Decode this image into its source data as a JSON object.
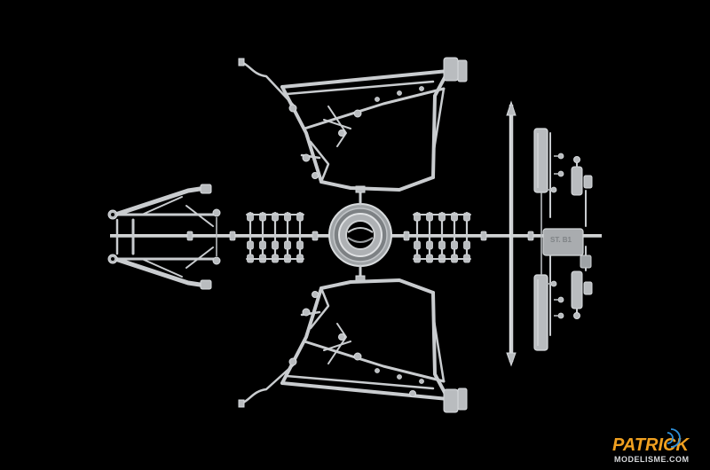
{
  "photo": {
    "subject": "kit-sprue",
    "background_color": "#000000",
    "part_color": "#c9cccf"
  },
  "sprue_tab": {
    "code": "ST. B1"
  },
  "watermark": {
    "line1": "PATRICK",
    "line2": "MODELISME.COM",
    "accent_color": "#f0a020"
  }
}
